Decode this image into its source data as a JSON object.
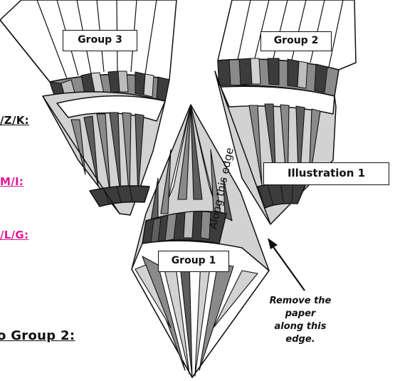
{
  "side_labels": {
    "zk": "/Z/K:",
    "mi": "M/I:",
    "lg": "/L/G:",
    "group2_heading": "o Group 2:"
  },
  "groups": {
    "group3": "Group 3",
    "group2": "Group 2",
    "group1": "Group 1"
  },
  "illustration": "Illustration 1",
  "edge_label": "Along this edge",
  "note": {
    "line1": "Remove the",
    "line2": "paper",
    "line3": "along this",
    "line4": "edge."
  },
  "colors": {
    "pink": "#e0189a",
    "dark": "#3c3c3c",
    "mid": "#8a8a8a",
    "light": "#d2d2d2",
    "outline": "#111111"
  }
}
